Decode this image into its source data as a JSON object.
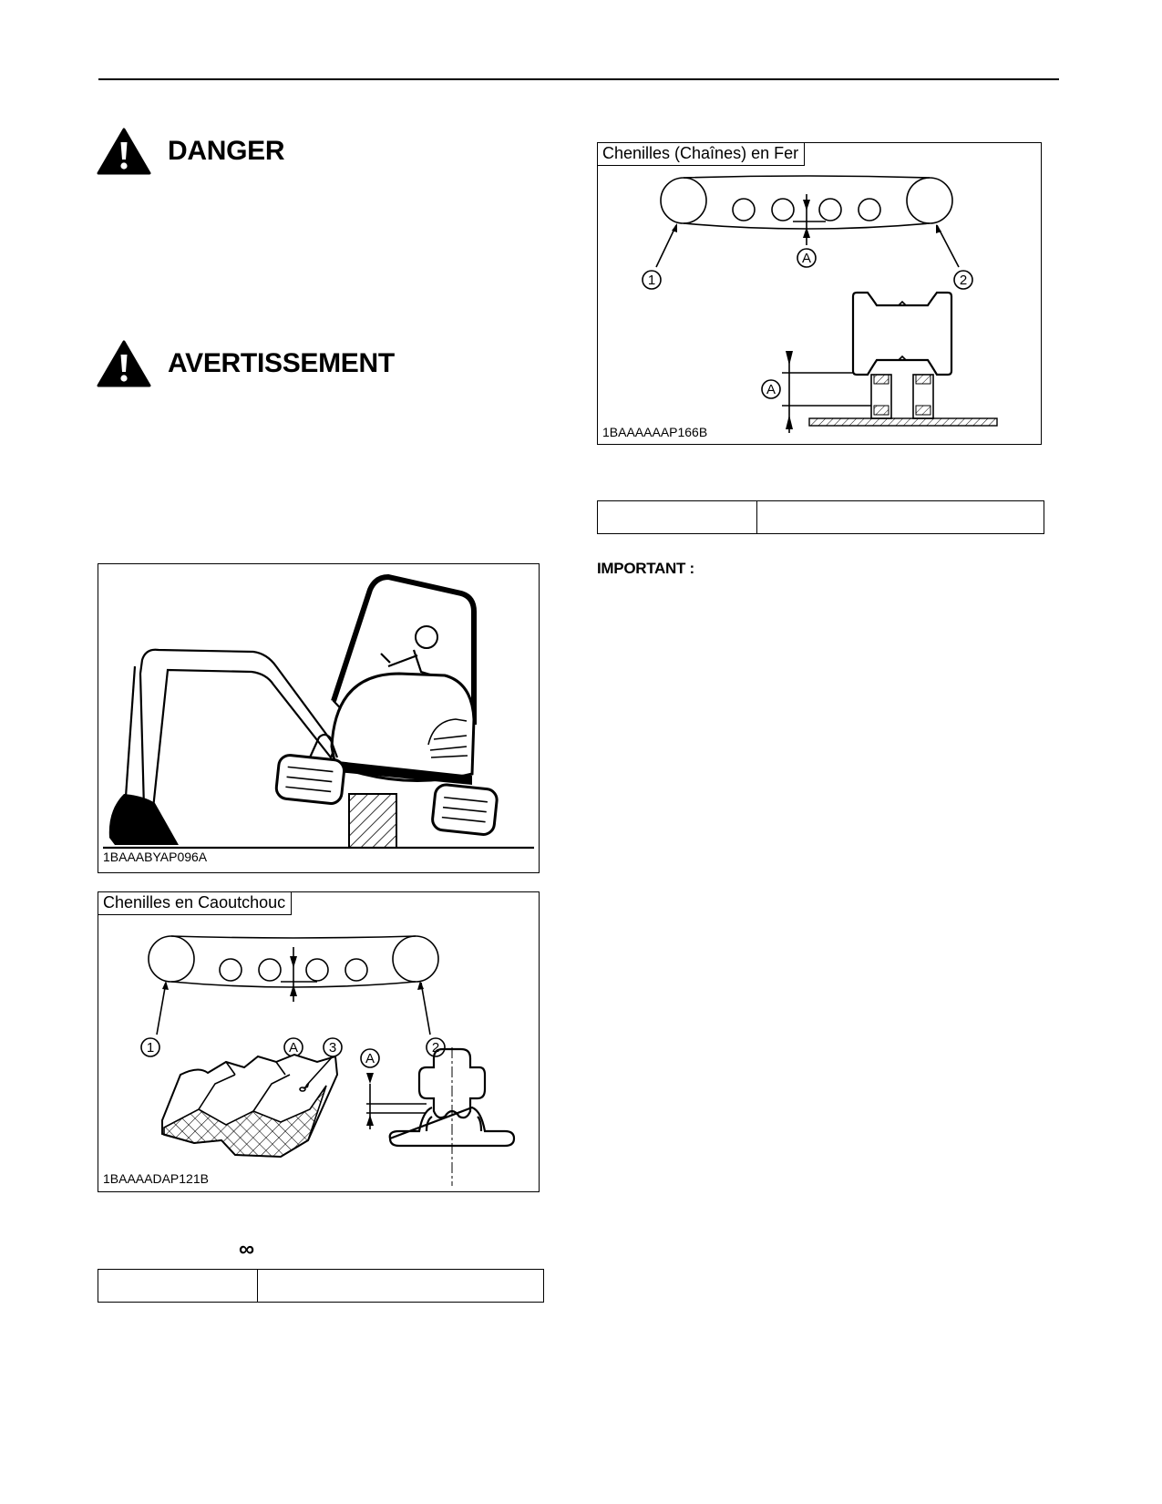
{
  "warnings": {
    "danger_label": "DANGER",
    "warning_label": "AVERTISSEMENT",
    "icon": "warning-triangle-exclamation-icon"
  },
  "figures": {
    "excavator": {
      "code": "1BAAABYAP096A"
    },
    "rubber": {
      "title": "Chenilles en Caoutchouc",
      "code": "1BAAAADAP121B",
      "callouts": [
        "1",
        "A",
        "3",
        "2",
        "A"
      ]
    },
    "steel": {
      "title": "Chenilles (Chaînes) en Fer",
      "code": "1BAAAAAAP166B",
      "callouts": [
        "1",
        "A",
        "2",
        "A"
      ]
    }
  },
  "important_label": "IMPORTANT :",
  "infinity_symbol": "∞"
}
